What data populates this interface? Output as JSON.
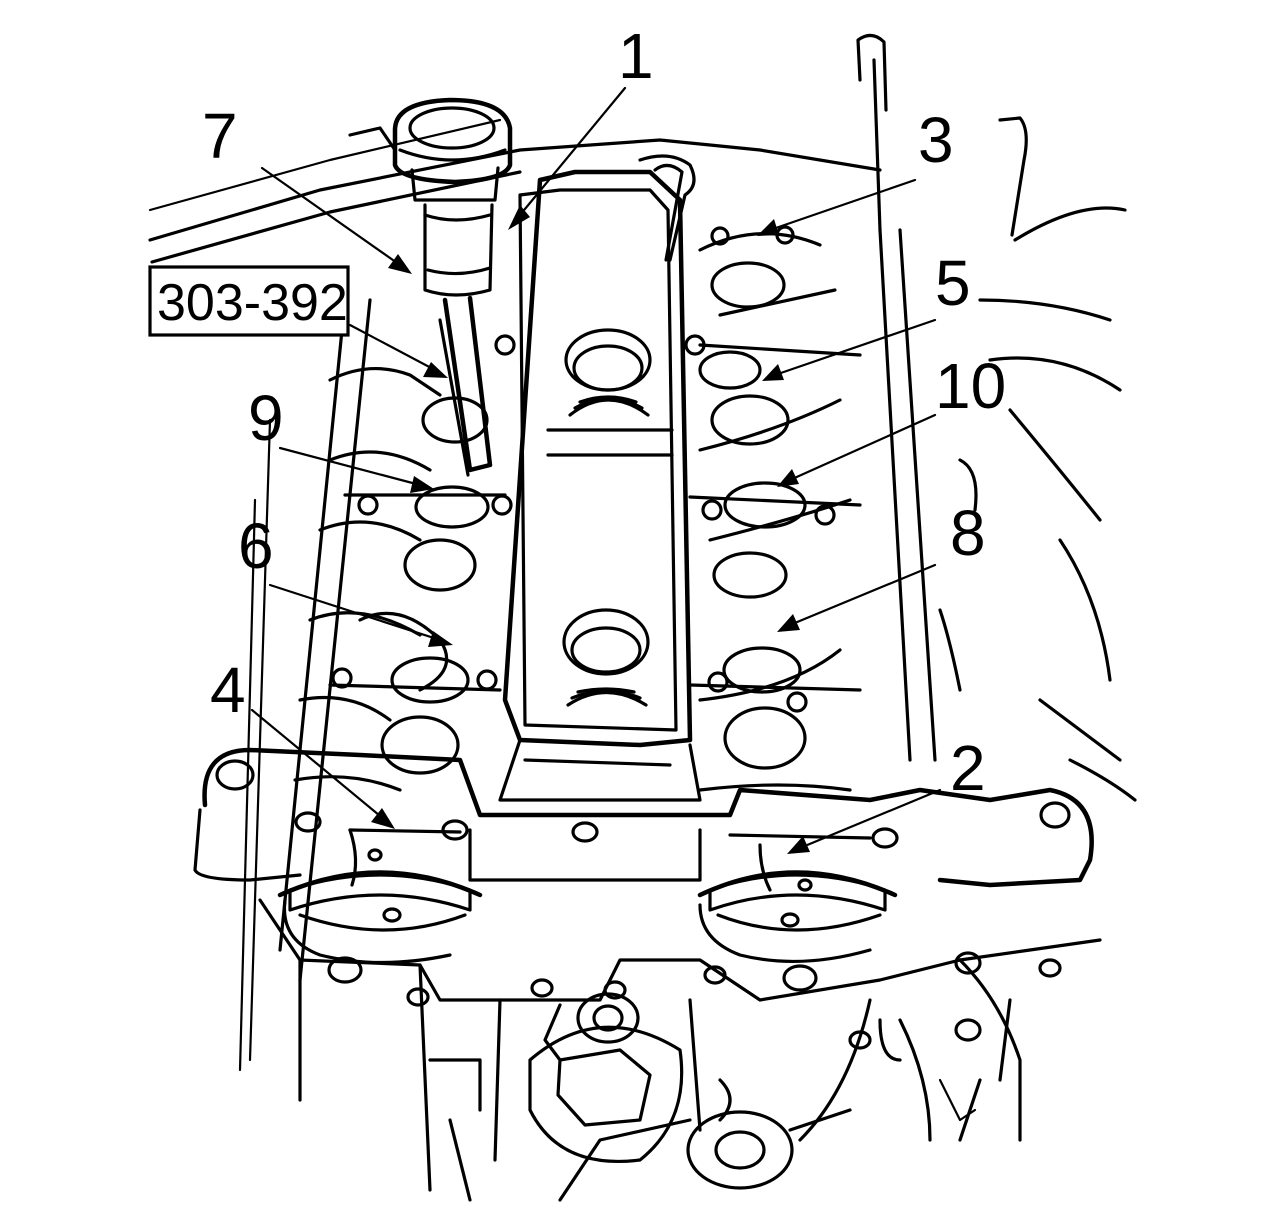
{
  "tool_code": "303-392",
  "callouts": {
    "c1": "1",
    "c2": "2",
    "c3": "3",
    "c4": "4",
    "c5": "5",
    "c6": "6",
    "c7": "7",
    "c8": "8",
    "c9": "9",
    "c10": "10"
  }
}
